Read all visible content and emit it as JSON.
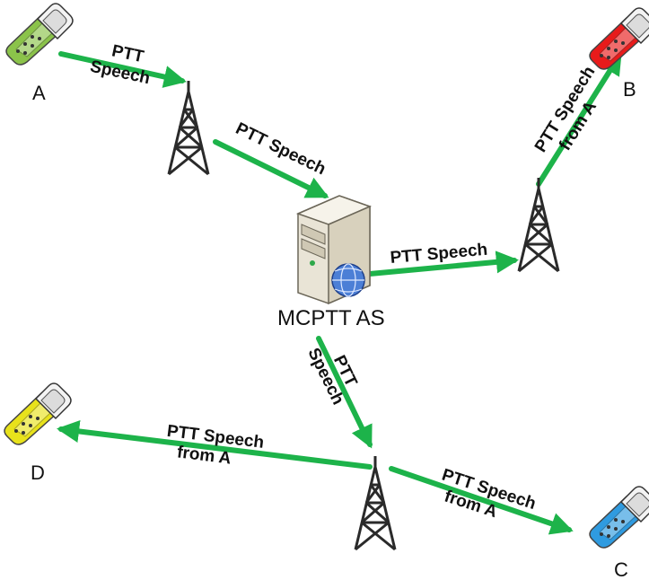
{
  "nodes": {
    "a": "A",
    "b": "B",
    "c": "C",
    "d": "D",
    "server": "MCPTT AS"
  },
  "labels": {
    "ptt": "PTT",
    "speech": "Speech",
    "ptt_speech": "PTT Speech",
    "from_a": "from A"
  },
  "colors": {
    "arrow": "#1db34a",
    "phone_a": "#8bc34a",
    "phone_b": "#e81b1b",
    "phone_c": "#2f9be0",
    "phone_d": "#e8e21b",
    "tower": "#2a2a2a",
    "server_body": "#e9e4d6",
    "globe": "#4c7fd6"
  },
  "icons": {
    "phone": "mobile-phone-icon",
    "tower": "radio-tower-icon",
    "server": "server-icon",
    "globe": "globe-icon"
  }
}
